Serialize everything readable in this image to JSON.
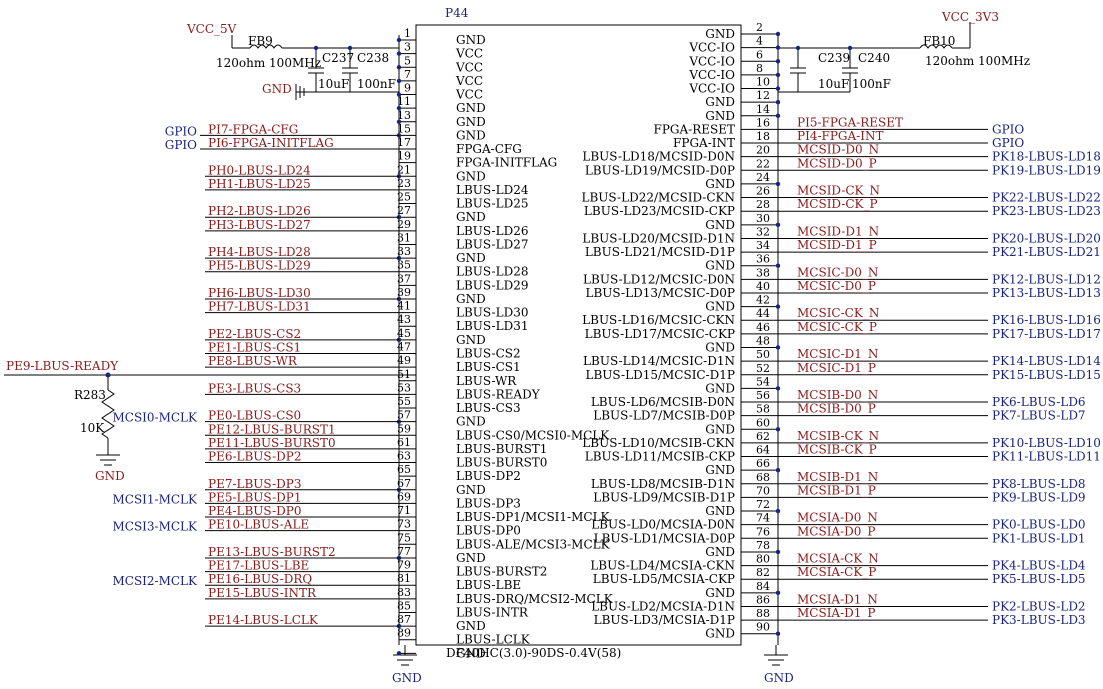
{
  "connector": {
    "refdes": "P44",
    "part": "DF40HC(3.0)-90DS-0.4V(58)",
    "left_pins": [
      {
        "num": "1",
        "name": "GND"
      },
      {
        "num": "3",
        "name": "VCC"
      },
      {
        "num": "5",
        "name": "VCC"
      },
      {
        "num": "7",
        "name": "VCC"
      },
      {
        "num": "9",
        "name": "VCC"
      },
      {
        "num": "11",
        "name": "GND"
      },
      {
        "num": "13",
        "name": "GND"
      },
      {
        "num": "15",
        "name": "GND"
      },
      {
        "num": "17",
        "name": "FPGA-CFG"
      },
      {
        "num": "19",
        "name": "FPGA-INITFLAG"
      },
      {
        "num": "21",
        "name": "GND"
      },
      {
        "num": "23",
        "name": "LBUS-LD24"
      },
      {
        "num": "25",
        "name": "LBUS-LD25"
      },
      {
        "num": "27",
        "name": "GND"
      },
      {
        "num": "29",
        "name": "LBUS-LD26"
      },
      {
        "num": "31",
        "name": "LBUS-LD27"
      },
      {
        "num": "33",
        "name": "GND"
      },
      {
        "num": "35",
        "name": "LBUS-LD28"
      },
      {
        "num": "37",
        "name": "LBUS-LD29"
      },
      {
        "num": "39",
        "name": "GND"
      },
      {
        "num": "41",
        "name": "LBUS-LD30"
      },
      {
        "num": "43",
        "name": "LBUS-LD31"
      },
      {
        "num": "45",
        "name": "GND"
      },
      {
        "num": "47",
        "name": "LBUS-CS2"
      },
      {
        "num": "49",
        "name": "LBUS-CS1"
      },
      {
        "num": "51",
        "name": "LBUS-WR"
      },
      {
        "num": "53",
        "name": "LBUS-READY"
      },
      {
        "num": "55",
        "name": "LBUS-CS3"
      },
      {
        "num": "57",
        "name": "GND"
      },
      {
        "num": "59",
        "name": "LBUS-CS0/MCSI0-MCLK"
      },
      {
        "num": "61",
        "name": "LBUS-BURST1"
      },
      {
        "num": "63",
        "name": "LBUS-BURST0"
      },
      {
        "num": "65",
        "name": "LBUS-DP2"
      },
      {
        "num": "67",
        "name": "GND"
      },
      {
        "num": "69",
        "name": "LBUS-DP3"
      },
      {
        "num": "71",
        "name": "LBUS-DP1/MCSI1-MCLK"
      },
      {
        "num": "73",
        "name": "LBUS-DP0"
      },
      {
        "num": "75",
        "name": "LBUS-ALE/MCSI3-MCLK"
      },
      {
        "num": "77",
        "name": "GND"
      },
      {
        "num": "79",
        "name": "LBUS-BURST2"
      },
      {
        "num": "81",
        "name": "LBUS-LBE"
      },
      {
        "num": "83",
        "name": "LBUS-DRQ/MCSI2-MCLK"
      },
      {
        "num": "85",
        "name": "LBUS-INTR"
      },
      {
        "num": "87",
        "name": "GND"
      },
      {
        "num": "89",
        "name": "LBUS-LCLK"
      },
      {
        "num": "",
        "name": "GND"
      }
    ],
    "right_pins": [
      {
        "num": "2",
        "name": "GND"
      },
      {
        "num": "4",
        "name": "VCC-IO"
      },
      {
        "num": "6",
        "name": "VCC-IO"
      },
      {
        "num": "8",
        "name": "VCC-IO"
      },
      {
        "num": "10",
        "name": "VCC-IO"
      },
      {
        "num": "12",
        "name": "GND"
      },
      {
        "num": "14",
        "name": "GND"
      },
      {
        "num": "16",
        "name": "FPGA-RESET"
      },
      {
        "num": "18",
        "name": "FPGA-INT"
      },
      {
        "num": "20",
        "name": "LBUS-LD18/MCSID-D0N"
      },
      {
        "num": "22",
        "name": "LBUS-LD19/MCSID-D0P"
      },
      {
        "num": "24",
        "name": "GND"
      },
      {
        "num": "26",
        "name": "LBUS-LD22/MCSID-CKN"
      },
      {
        "num": "28",
        "name": "LBUS-LD23/MCSID-CKP"
      },
      {
        "num": "30",
        "name": "GND"
      },
      {
        "num": "32",
        "name": "LBUS-LD20/MCSID-D1N"
      },
      {
        "num": "34",
        "name": "LBUS-LD21/MCSID-D1P"
      },
      {
        "num": "36",
        "name": "GND"
      },
      {
        "num": "38",
        "name": "LBUS-LD12/MCSIC-D0N"
      },
      {
        "num": "40",
        "name": "LBUS-LD13/MCSIC-D0P"
      },
      {
        "num": "42",
        "name": "GND"
      },
      {
        "num": "44",
        "name": "LBUS-LD16/MCSIC-CKN"
      },
      {
        "num": "46",
        "name": "LBUS-LD17/MCSIC-CKP"
      },
      {
        "num": "48",
        "name": "GND"
      },
      {
        "num": "50",
        "name": "LBUS-LD14/MCSIC-D1N"
      },
      {
        "num": "52",
        "name": "LBUS-LD15/MCSIC-D1P"
      },
      {
        "num": "54",
        "name": "GND"
      },
      {
        "num": "56",
        "name": "LBUS-LD6/MCSIB-D0N"
      },
      {
        "num": "58",
        "name": "LBUS-LD7/MCSIB-D0P"
      },
      {
        "num": "60",
        "name": "GND"
      },
      {
        "num": "62",
        "name": "LBUS-LD10/MCSIB-CKN"
      },
      {
        "num": "64",
        "name": "LBUS-LD11/MCSIB-CKP"
      },
      {
        "num": "66",
        "name": "GND"
      },
      {
        "num": "68",
        "name": "LBUS-LD8/MCSIB-D1N"
      },
      {
        "num": "70",
        "name": "LBUS-LD9/MCSIB-D1P"
      },
      {
        "num": "72",
        "name": "GND"
      },
      {
        "num": "74",
        "name": "LBUS-LD0/MCSIA-D0N"
      },
      {
        "num": "76",
        "name": "LBUS-LD1/MCSIA-D0P"
      },
      {
        "num": "78",
        "name": "GND"
      },
      {
        "num": "80",
        "name": "LBUS-LD4/MCSIA-CKN"
      },
      {
        "num": "82",
        "name": "LBUS-LD5/MCSIA-CKP"
      },
      {
        "num": "84",
        "name": "GND"
      },
      {
        "num": "86",
        "name": "LBUS-LD2/MCSIA-D1N"
      },
      {
        "num": "88",
        "name": "LBUS-LD3/MCSIA-D1P"
      },
      {
        "num": "90",
        "name": "GND"
      }
    ]
  },
  "left_nets": [
    {
      "pin": "15",
      "text": "PI7-FPGA-CFG"
    },
    {
      "pin": "17",
      "text": "PI6-FPGA-INITFLAG"
    },
    {
      "pin": "21",
      "text": "PH0-LBUS-LD24"
    },
    {
      "pin": "23",
      "text": "PH1-LBUS-LD25"
    },
    {
      "pin": "27",
      "text": "PH2-LBUS-LD26"
    },
    {
      "pin": "29",
      "text": "PH3-LBUS-LD27"
    },
    {
      "pin": "33",
      "text": "PH4-LBUS-LD28"
    },
    {
      "pin": "35",
      "text": "PH5-LBUS-LD29"
    },
    {
      "pin": "39",
      "text": "PH6-LBUS-LD30"
    },
    {
      "pin": "41",
      "text": "PH7-LBUS-LD31"
    },
    {
      "pin": "45",
      "text": "PE2-LBUS-CS2"
    },
    {
      "pin": "47",
      "text": "PE1-LBUS-CS1"
    },
    {
      "pin": "49",
      "text": "PE8-LBUS-WR"
    },
    {
      "pin": "53",
      "text": "PE3-LBUS-CS3"
    },
    {
      "pin": "57",
      "text": "PE0-LBUS-CS0"
    },
    {
      "pin": "59",
      "text": "PE12-LBUS-BURST1"
    },
    {
      "pin": "61",
      "text": "PE11-LBUS-BURST0"
    },
    {
      "pin": "63",
      "text": "PE6-LBUS-DP2"
    },
    {
      "pin": "67",
      "text": "PE7-LBUS-DP3"
    },
    {
      "pin": "69",
      "text": "PE5-LBUS-DP1"
    },
    {
      "pin": "71",
      "text": "PE4-LBUS-DP0"
    },
    {
      "pin": "73",
      "text": "PE10-LBUS-ALE"
    },
    {
      "pin": "77",
      "text": "PE13-LBUS-BURST2"
    },
    {
      "pin": "79",
      "text": "PE17-LBUS-LBE"
    },
    {
      "pin": "81",
      "text": "PE16-LBUS-DRQ"
    },
    {
      "pin": "83",
      "text": "PE15-LBUS-INTR"
    },
    {
      "pin": "87",
      "text": "PE14-LBUS-LCLK"
    }
  ],
  "right_nets": [
    {
      "pin": "16",
      "text": "PI5-FPGA-RESET"
    },
    {
      "pin": "18",
      "text": "PI4-FPGA-INT"
    },
    {
      "pin": "20",
      "text": "MCSID-D0_N"
    },
    {
      "pin": "22",
      "text": "MCSID-D0_P"
    },
    {
      "pin": "26",
      "text": "MCSID-CK_N"
    },
    {
      "pin": "28",
      "text": "MCSID-CK_P"
    },
    {
      "pin": "32",
      "text": "MCSID-D1_N"
    },
    {
      "pin": "34",
      "text": "MCSID-D1_P"
    },
    {
      "pin": "38",
      "text": "MCSIC-D0_N"
    },
    {
      "pin": "40",
      "text": "MCSIC-D0_P"
    },
    {
      "pin": "44",
      "text": "MCSIC-CK_N"
    },
    {
      "pin": "46",
      "text": "MCSIC-CK_P"
    },
    {
      "pin": "50",
      "text": "MCSIC-D1_N"
    },
    {
      "pin": "52",
      "text": "MCSIC-D1_P"
    },
    {
      "pin": "56",
      "text": "MCSIB-D0_N"
    },
    {
      "pin": "58",
      "text": "MCSIB-D0_P"
    },
    {
      "pin": "62",
      "text": "MCSIB-CK_N"
    },
    {
      "pin": "64",
      "text": "MCSIB-CK_P"
    },
    {
      "pin": "68",
      "text": "MCSIB-D1_N"
    },
    {
      "pin": "70",
      "text": "MCSIB-D1_P"
    },
    {
      "pin": "74",
      "text": "MCSIA-D0_N"
    },
    {
      "pin": "76",
      "text": "MCSIA-D0_P"
    },
    {
      "pin": "80",
      "text": "MCSIA-CK_N"
    },
    {
      "pin": "82",
      "text": "MCSIA-CK_P"
    },
    {
      "pin": "86",
      "text": "MCSIA-D1_N"
    },
    {
      "pin": "88",
      "text": "MCSIA-D1_P"
    }
  ],
  "left_labels": [
    {
      "pin": "15",
      "text": "GPIO"
    },
    {
      "pin": "17",
      "text": "GPIO"
    },
    {
      "pin": "57",
      "text": "MCSI0-MCLK"
    },
    {
      "pin": "69",
      "text": "MCSI1-MCLK"
    },
    {
      "pin": "73",
      "text": "MCSI3-MCLK"
    },
    {
      "pin": "81",
      "text": "MCSI2-MCLK"
    }
  ],
  "right_labels": [
    {
      "pin": "16",
      "text": "GPIO"
    },
    {
      "pin": "18",
      "text": "GPIO"
    },
    {
      "pin": "20",
      "text": "PK18-LBUS-LD18"
    },
    {
      "pin": "22",
      "text": "PK19-LBUS-LD19"
    },
    {
      "pin": "26",
      "text": "PK22-LBUS-LD22"
    },
    {
      "pin": "28",
      "text": "PK23-LBUS-LD23"
    },
    {
      "pin": "32",
      "text": "PK20-LBUS-LD20"
    },
    {
      "pin": "34",
      "text": "PK21-LBUS-LD21"
    },
    {
      "pin": "38",
      "text": "PK12-LBUS-LD12"
    },
    {
      "pin": "40",
      "text": "PK13-LBUS-LD13"
    },
    {
      "pin": "44",
      "text": "PK16-LBUS-LD16"
    },
    {
      "pin": "46",
      "text": "PK17-LBUS-LD17"
    },
    {
      "pin": "50",
      "text": "PK14-LBUS-LD14"
    },
    {
      "pin": "52",
      "text": "PK15-LBUS-LD15"
    },
    {
      "pin": "56",
      "text": "PK6-LBUS-LD6"
    },
    {
      "pin": "58",
      "text": "PK7-LBUS-LD7"
    },
    {
      "pin": "62",
      "text": "PK10-LBUS-LD10"
    },
    {
      "pin": "64",
      "text": "PK11-LBUS-LD11"
    },
    {
      "pin": "68",
      "text": "PK8-LBUS-LD8"
    },
    {
      "pin": "70",
      "text": "PK9-LBUS-LD9"
    },
    {
      "pin": "74",
      "text": "PK0-LBUS-LD0"
    },
    {
      "pin": "76",
      "text": "PK1-LBUS-LD1"
    },
    {
      "pin": "80",
      "text": "PK4-LBUS-LD4"
    },
    {
      "pin": "82",
      "text": "PK5-LBUS-LD5"
    },
    {
      "pin": "86",
      "text": "PK2-LBUS-LD2"
    },
    {
      "pin": "88",
      "text": "PK3-LBUS-LD3"
    }
  ],
  "power": {
    "vcc5": "VCC_5V",
    "vcc33": "VCC_3V3",
    "gnd": "GND"
  },
  "components": {
    "fb9": {
      "ref": "FB9",
      "value": "120ohm 100MHz"
    },
    "fb10": {
      "ref": "FB10",
      "value": "120ohm 100MHz"
    },
    "c237": {
      "ref": "C237",
      "value": "10uF"
    },
    "c238": {
      "ref": "C238",
      "value": "100nF"
    },
    "c239": {
      "ref": "C239",
      "value": "10uF"
    },
    "c240": {
      "ref": "C240",
      "value": "100nF"
    },
    "r283": {
      "ref": "R283",
      "value": "10K"
    }
  },
  "ready_net": "PE9-LBUS-READY"
}
